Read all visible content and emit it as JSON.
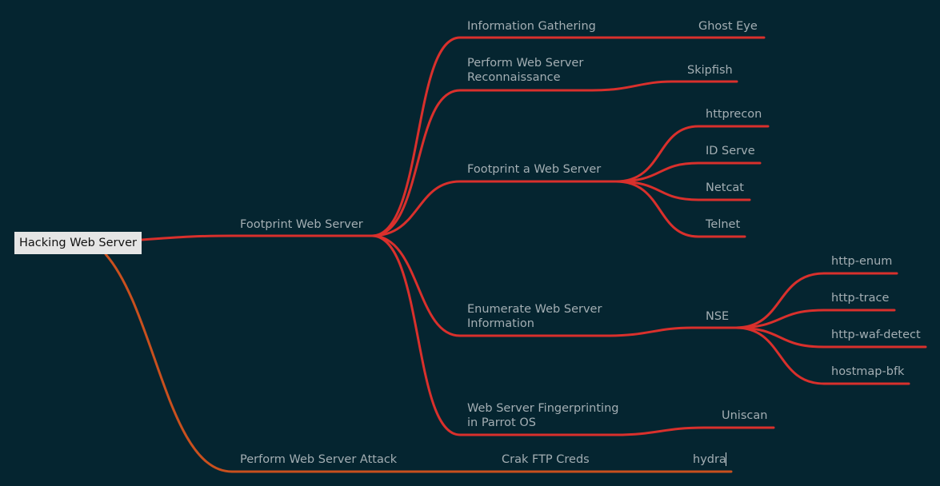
{
  "colors": {
    "background": "#052530",
    "branch_red": "#d9302c",
    "branch_orange": "#c9501e",
    "root_fill": "#e5e5e5",
    "text": "#a3aeb3"
  },
  "root": {
    "label": "Hacking Web Server"
  },
  "nodes": {
    "footprint": "Footprint Web Server",
    "attack": "Perform Web Server Attack",
    "info_gathering": "Information Gathering",
    "ghost_eye": "Ghost Eye",
    "recon_l1": "Perform Web Server",
    "recon_l2": "Reconnaissance",
    "skipfish": "Skipfish",
    "footprint_web": "Footprint a Web Server",
    "httprecon": "httprecon",
    "id_serve": "ID Serve",
    "netcat": "Netcat",
    "telnet": "Telnet",
    "enum_l1": "Enumerate Web Server",
    "enum_l2": "Information",
    "nse": "NSE",
    "http_enum": "http-enum",
    "http_trace": "http-trace",
    "http_waf": "http-waf-detect",
    "hostmap": "hostmap-bfk",
    "fingerprint_l1": "Web Server Fingerprinting",
    "fingerprint_l2": "in Parrot OS",
    "uniscan": "Uniscan",
    "crak_ftp": "Crak FTP Creds",
    "hydra": "hydra"
  }
}
